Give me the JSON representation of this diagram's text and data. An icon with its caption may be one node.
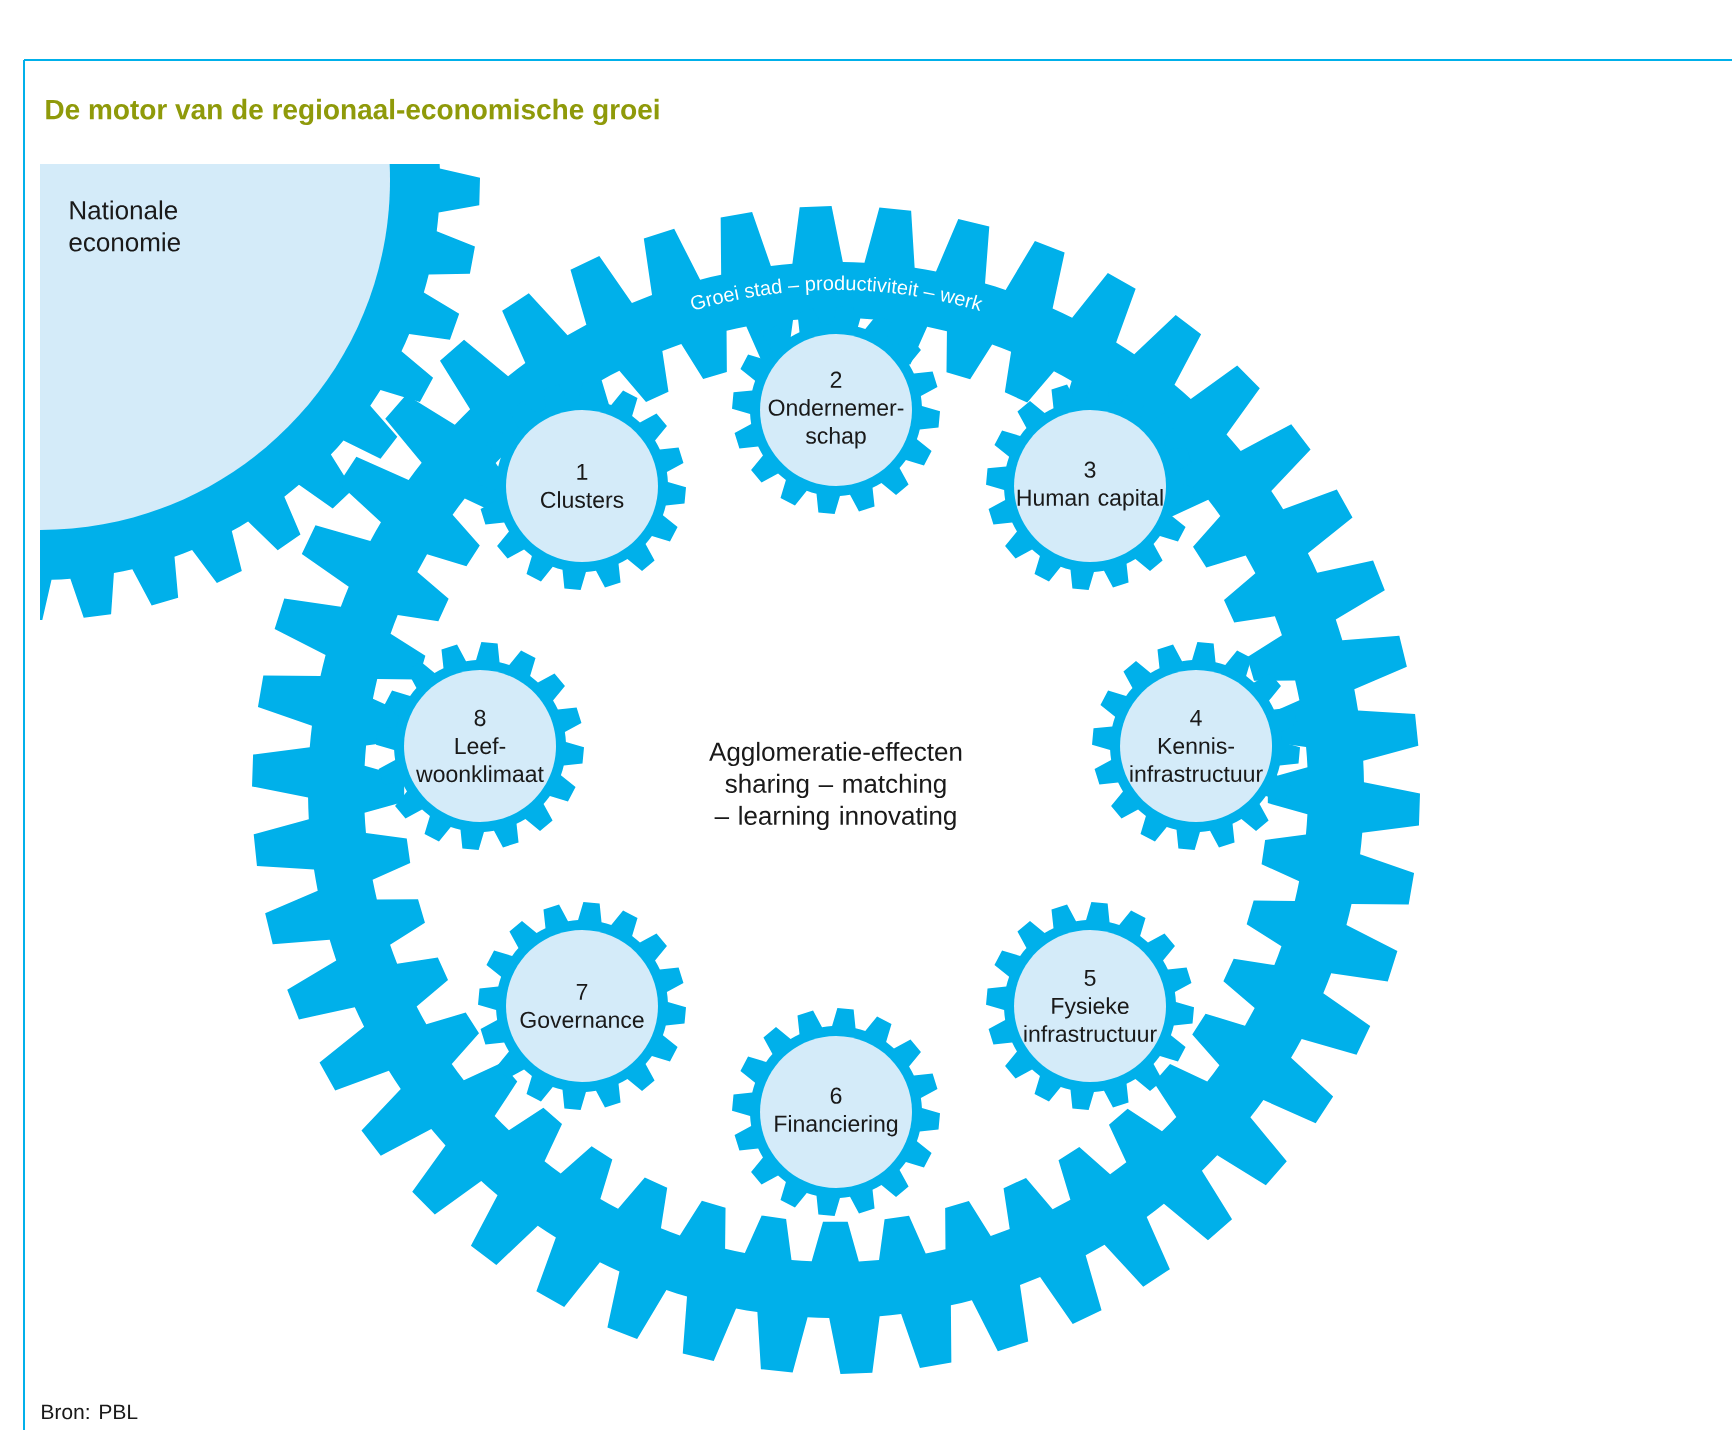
{
  "diagram": {
    "title": "De motor van de regionaal-economische groei",
    "nodes": [
      {
        "text": [
          "Nationale economie"
        ]
      },
      {
        "text": [
          "Groei stad – productiviteit – werk",
          "Agglomeratie-effecten sharing – matching – learning innovating"
        ]
      },
      {
        "text": [
          "1",
          "Clusters"
        ],
        "in": 1
      },
      {
        "text": [
          "2",
          "Ondernemer-schap"
        ],
        "in": 1
      },
      {
        "text": [
          "3",
          "Human capital"
        ],
        "in": 1
      },
      {
        "text": [
          "8",
          "Leef-woonklimaat"
        ],
        "in": 1
      },
      {
        "text": [
          "4",
          "Kennis-infrastructuur"
        ],
        "in": 1
      },
      {
        "text": [
          "7",
          "Governance"
        ],
        "in": 1
      },
      {
        "text": [
          "5",
          "Fysieke infrastructuur"
        ],
        "in": 1
      },
      {
        "text": [
          "6",
          "Financiering"
        ],
        "in": 1
      }
    ],
    "labels": [
      "Bron: PBL"
    ]
  }
}
